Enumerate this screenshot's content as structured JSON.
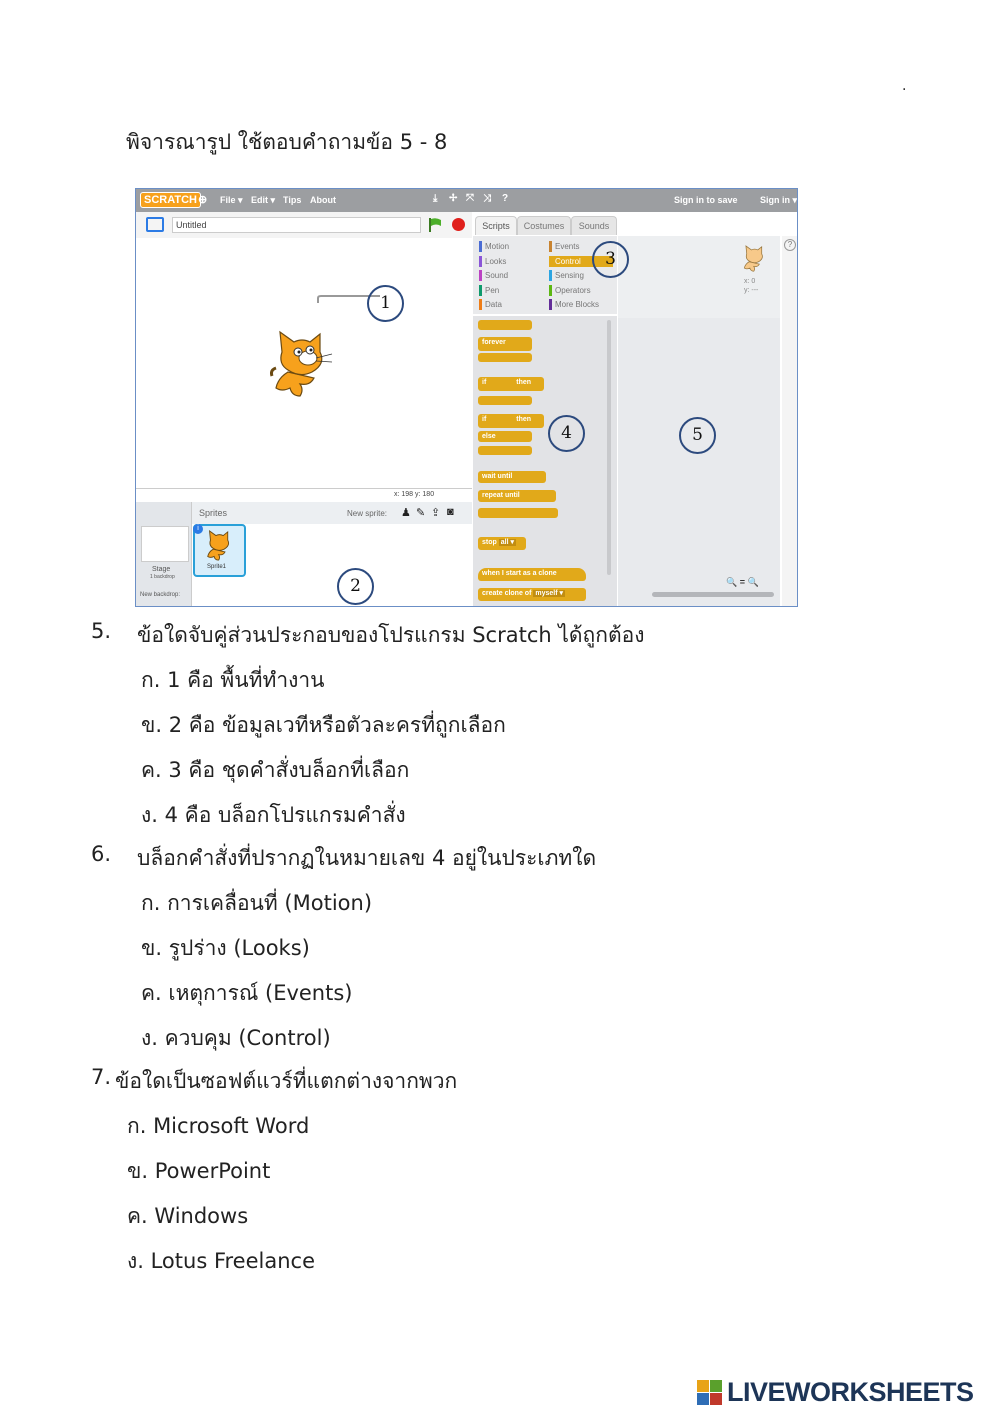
{
  "dot": ".",
  "intro": "พิจารณารูป ใช้ตอบคำถามข้อ 5 - 8",
  "scratch": {
    "logo": "SCRATCH",
    "menu": [
      "File ▾",
      "Edit ▾",
      "Tips",
      "About"
    ],
    "sign_in_save": "Sign in to save",
    "sign_in": "Sign in ▾",
    "project_title": "Untitled",
    "coords": "x: 198  y: 180",
    "sprites_label": "Sprites",
    "new_sprite": "New sprite:",
    "stage_label": "Stage",
    "stage_sub": "1 backdrop",
    "new_backdrop": "New backdrop:",
    "sprite_name": "Sprite1",
    "tabs": [
      "Scripts",
      "Costumes",
      "Sounds"
    ],
    "categories_left": [
      "Motion",
      "Looks",
      "Sound",
      "Pen",
      "Data"
    ],
    "categories_right": [
      "Events",
      "Control",
      "Sensing",
      "Operators",
      "More Blocks"
    ],
    "category_colors_left": [
      "#4a6cd4",
      "#8a55d7",
      "#bb42c3",
      "#0e9a6c",
      "#ee7d16"
    ],
    "category_colors_right": [
      "#c88330",
      "#e1a91a",
      "#2ca5e2",
      "#5cb712",
      "#632d99"
    ],
    "blocks": [
      "forever",
      "if",
      "then",
      "if",
      "then",
      "else",
      "wait until",
      "repeat until",
      "stop",
      "all ▾",
      "when I start as a clone",
      "create clone of",
      "myself ▾"
    ],
    "sprite_xy": [
      "x: 0",
      "y: ---"
    ],
    "zoom": "🔍 = 🔍",
    "callouts": [
      "1",
      "2",
      "3",
      "4",
      "5"
    ]
  },
  "questions": [
    {
      "num": "5.",
      "text": "ข้อใดจับคู่ส่วนประกอบของโปรแกรม Scratch ได้ถูกต้อง",
      "options": [
        "ก.  1  คือ พื้นที่ทำงาน",
        "ข.  2  คือ ข้อมูลเวทีหรือตัวละครที่ถูกเลือก",
        "ค.  3  คือ ชุดคำสั่งบล็อกที่เลือก",
        "ง.  4  คือ บล็อกโปรแกรมคำสั่ง"
      ]
    },
    {
      "num": "6.",
      "text": "บล็อกคำสั่งที่ปรากฏในหมายเลข 4 อยู่ในประเภทใด",
      "options": [
        "ก.  การเคลื่อนที่ (Motion)",
        "ข.  รูปร่าง (Looks)",
        "ค.  เหตุการณ์ (Events)",
        "ง.  ควบคุม (Control)"
      ]
    },
    {
      "num": "7.",
      "text": "ข้อใดเป็นซอฟต์แวร์ที่แตกต่างจากพวก",
      "options": [
        "ก.  Microsoft Word",
        "ข.  PowerPoint",
        "ค.  Windows",
        "ง.  Lotus Freelance"
      ]
    }
  ],
  "brand": "LIVEWORKSHEETS"
}
